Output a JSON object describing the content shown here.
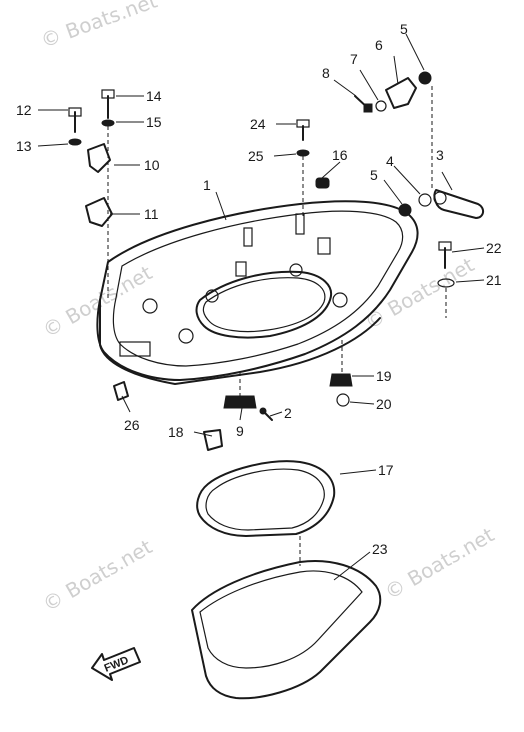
{
  "watermark": "© Boats.net",
  "arrow_label": "FWD",
  "callouts": [
    {
      "id": "1",
      "text": "1"
    },
    {
      "id": "2",
      "text": "2"
    },
    {
      "id": "3",
      "text": "3"
    },
    {
      "id": "4",
      "text": "4"
    },
    {
      "id": "5a",
      "text": "5"
    },
    {
      "id": "5b",
      "text": "5"
    },
    {
      "id": "6",
      "text": "6"
    },
    {
      "id": "7",
      "text": "7"
    },
    {
      "id": "8",
      "text": "8"
    },
    {
      "id": "9",
      "text": "9"
    },
    {
      "id": "10",
      "text": "10"
    },
    {
      "id": "11",
      "text": "11"
    },
    {
      "id": "12",
      "text": "12"
    },
    {
      "id": "13",
      "text": "13"
    },
    {
      "id": "14",
      "text": "14"
    },
    {
      "id": "15",
      "text": "15"
    },
    {
      "id": "16",
      "text": "16"
    },
    {
      "id": "17",
      "text": "17"
    },
    {
      "id": "18",
      "text": "18"
    },
    {
      "id": "19",
      "text": "19"
    },
    {
      "id": "20",
      "text": "20"
    },
    {
      "id": "21",
      "text": "21"
    },
    {
      "id": "22",
      "text": "22"
    },
    {
      "id": "23",
      "text": "23"
    },
    {
      "id": "24",
      "text": "24"
    },
    {
      "id": "25",
      "text": "25"
    },
    {
      "id": "26",
      "text": "26"
    }
  ]
}
